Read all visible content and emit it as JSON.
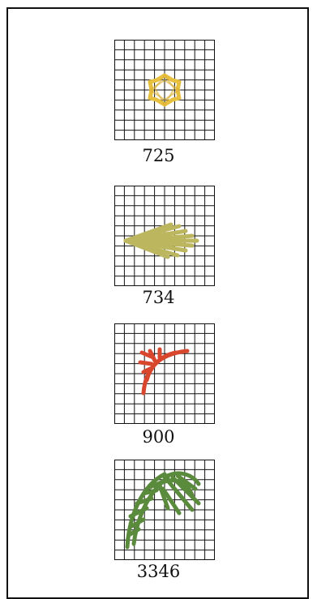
{
  "swatches": [
    {
      "code": "725",
      "color": "#e8c040",
      "pattern": "star-ring"
    },
    {
      "code": "734",
      "color": "#bcb65e",
      "pattern": "fan-left"
    },
    {
      "code": "900",
      "color": "#d8462e",
      "pattern": "curve-arc"
    },
    {
      "code": "3346",
      "color": "#5a8a3c",
      "pattern": "palm-frond"
    }
  ]
}
